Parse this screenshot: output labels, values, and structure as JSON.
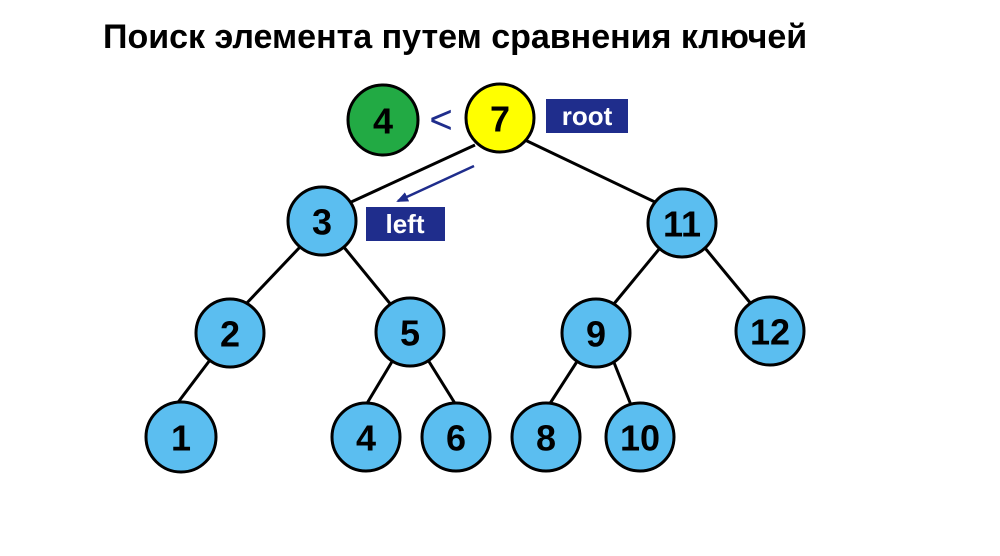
{
  "title": "Поиск элемента путем сравнения ключей",
  "colors": {
    "node": "#5bbef0",
    "root": "#ffff00",
    "search": "#22aa44",
    "tag": "#1f2d8c",
    "arrow": "#1f2d8c"
  },
  "search_key": {
    "label": "4"
  },
  "comparison": {
    "symbol": "<"
  },
  "tree": {
    "root": {
      "label": "7"
    },
    "left": {
      "label": "3",
      "left": {
        "label": "2",
        "left": {
          "label": "1"
        }
      },
      "right": {
        "label": "5",
        "left": {
          "label": "4"
        },
        "right": {
          "label": "6"
        }
      }
    },
    "right": {
      "label": "11",
      "left": {
        "label": "9",
        "left": {
          "label": "8"
        },
        "right": {
          "label": "10"
        }
      },
      "right": {
        "label": "12"
      }
    }
  },
  "tags": {
    "root": "root",
    "left": "left"
  }
}
